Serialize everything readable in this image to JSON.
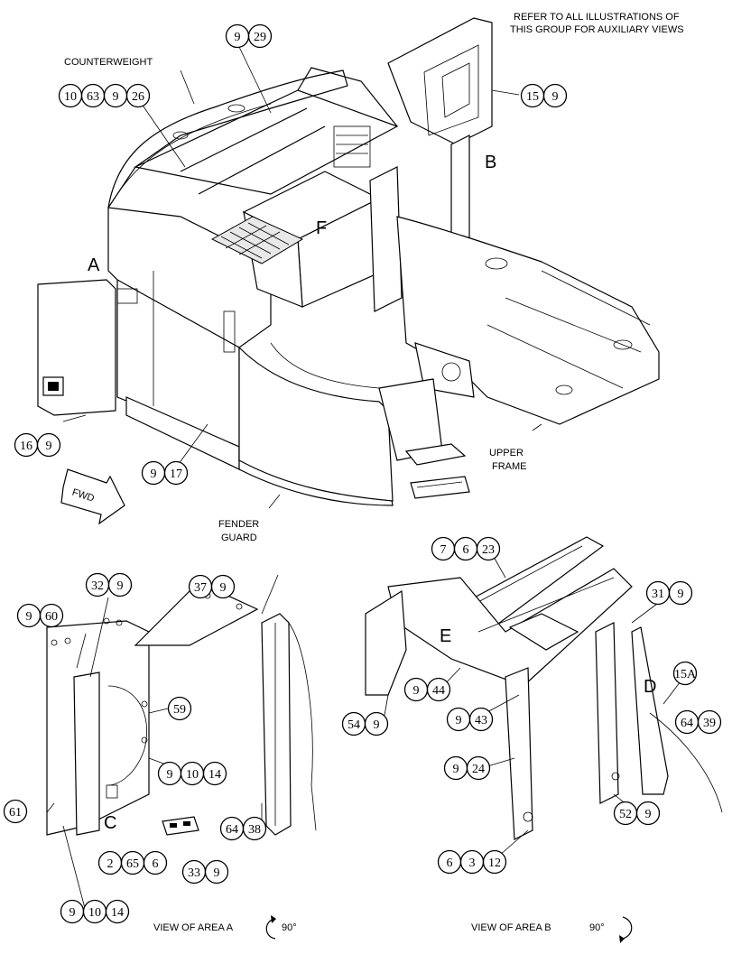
{
  "note": [
    "REFER TO ALL ILLUSTRATIONS OF",
    "THIS GROUP FOR AUXILIARY VIEWS"
  ],
  "labels": {
    "counterweight": "COUNTERWEIGHT",
    "upper_frame": [
      "UPPER",
      "FRAME"
    ],
    "fender_guard": [
      "FENDER",
      "GUARD"
    ],
    "fwd": "FWD",
    "view_a": "VIEW OF AREA A",
    "view_b": "VIEW OF AREA B",
    "rotation": "90°"
  },
  "letters": [
    "A",
    "B",
    "F",
    "C",
    "E",
    "D"
  ],
  "callouts": [
    [
      "9",
      "29"
    ],
    [
      "10",
      "63",
      "9",
      "26"
    ],
    [
      "15",
      "9"
    ],
    [
      "16",
      "9"
    ],
    [
      "9",
      "17"
    ],
    [
      "32",
      "9"
    ],
    [
      "37",
      "9"
    ],
    [
      "9",
      "60"
    ],
    [
      "59"
    ],
    [
      "9",
      "10",
      "14"
    ],
    [
      "61"
    ],
    [
      "2",
      "65",
      "6"
    ],
    [
      "33",
      "9"
    ],
    [
      "64",
      "38"
    ],
    [
      "9",
      "10",
      "14"
    ],
    [
      "7",
      "6",
      "23"
    ],
    [
      "31",
      "9"
    ],
    [
      "15A"
    ],
    [
      "9",
      "44"
    ],
    [
      "54",
      "9"
    ],
    [
      "9",
      "43"
    ],
    [
      "64",
      "39"
    ],
    [
      "9",
      "24"
    ],
    [
      "52",
      "9"
    ],
    [
      "6",
      "3",
      "12"
    ]
  ]
}
